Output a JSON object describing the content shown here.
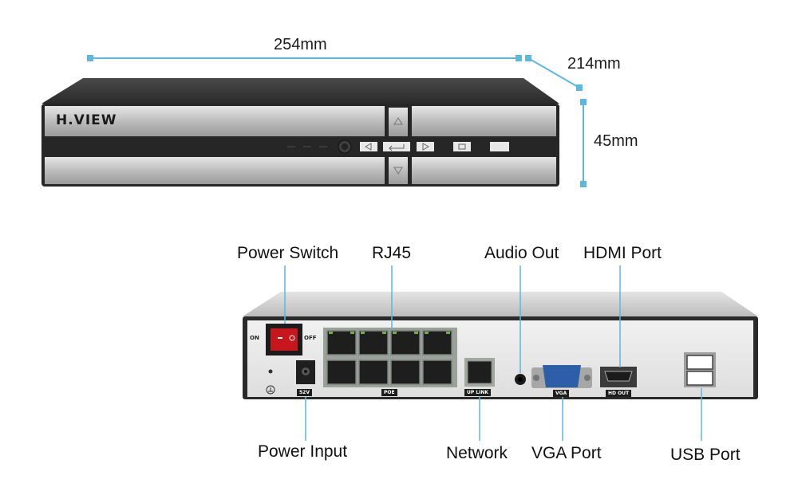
{
  "dimensions": {
    "width": "254mm",
    "depth": "214mm",
    "height": "45mm"
  },
  "front_panel": {
    "brand": "H.VIEW"
  },
  "rear_callouts": {
    "power_switch": "Power Switch",
    "rj45": "RJ45",
    "audio_out": "Audio Out",
    "hdmi_port": "HDMI Port",
    "power_input": "Power Input",
    "network": "Network",
    "vga_port": "VGA Port",
    "usb_port": "USB Port"
  },
  "rear_tags": {
    "on": "ON",
    "off": "OFF",
    "power_voltage": "52V",
    "poe": "POE",
    "uplink": "UP LINK",
    "vga": "VGA",
    "hd_out": "HD OUT"
  },
  "colors": {
    "dimension_line": "#5bb8e0",
    "device_shell": "#2b2b2b",
    "brushed_metal": "#c8c8c8"
  }
}
